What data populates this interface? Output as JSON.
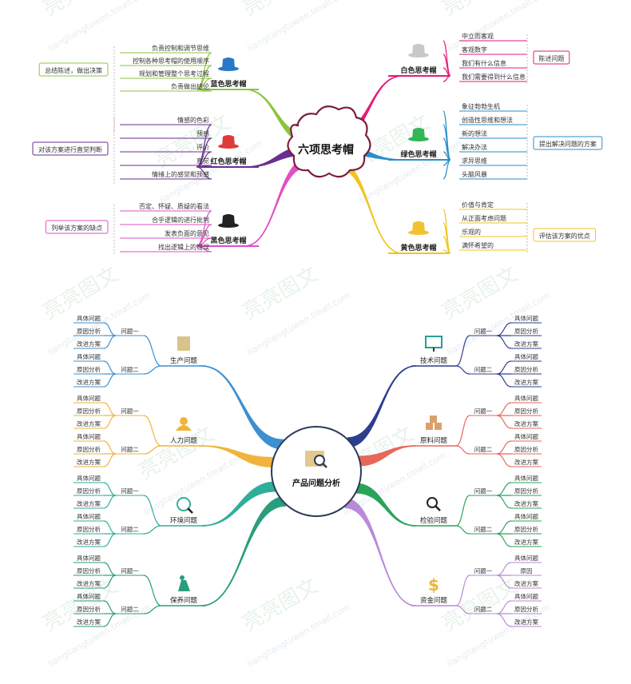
{
  "six_hats": {
    "center": "六项思考帽",
    "hats": [
      {
        "id": "blue",
        "label": "蓝色思考帽",
        "color": "#8cc43f",
        "hat": "#2a79c9",
        "items": [
          "负责控制和调节思维",
          "控制各种思考帽的使用顺序",
          "规划和管理整个思考过程",
          "负责做出结论"
        ],
        "summary": "总结陈述，做出决策",
        "summary_color": "#8cc43f"
      },
      {
        "id": "red",
        "label": "红色思考帽",
        "color": "#6a2e8f",
        "hat": "#e0393a",
        "items": [
          "情感的色彩",
          "预感",
          "评价",
          "直觉",
          "情绪上的感觉和预感"
        ],
        "summary": "对该方案进行直觉判断",
        "summary_color": "#6a2e8f"
      },
      {
        "id": "black",
        "label": "黑色思考帽",
        "color": "#e04fc4",
        "hat": "#222222",
        "items": [
          "否定、怀疑、质疑的看法",
          "合乎逻辑的进行批判",
          "发表负面的意见",
          "找出逻辑上的错误"
        ],
        "summary": "列举该方案的缺点",
        "summary_color": "#e04fc4"
      },
      {
        "id": "white",
        "label": "白色思考帽",
        "color": "#e6197a",
        "hat": "#c8c8c8",
        "items": [
          "中立而客观",
          "客观数字",
          "我们有什么信息",
          "我们需要得到什么信息"
        ],
        "summary": "陈述问题",
        "summary_color": "#e6197a"
      },
      {
        "id": "green",
        "label": "绿色思考帽",
        "color": "#2a8ec9",
        "hat": "#33b558",
        "items": [
          "象征勃勃生机",
          "创造性思维和想法",
          "新的想法",
          "解决办法",
          "求异思维",
          "头脑风暴"
        ],
        "summary": "提出解决问题的方案",
        "summary_color": "#2a8ec9"
      },
      {
        "id": "yellow",
        "label": "黄色思考帽",
        "color": "#f0c41f",
        "hat": "#f2c230",
        "items": [
          "价值与肯定",
          "从正面考虑问题",
          "乐观的",
          "满怀希望的"
        ],
        "summary": "评估该方案的优点",
        "summary_color": "#f0c41f"
      }
    ]
  },
  "product": {
    "center": "产品问题分析",
    "branches": [
      {
        "id": "production",
        "label": "生产问题",
        "color": "#3d8fd1",
        "icon": "box-icon",
        "icon_color": "#d9c38a",
        "groups": [
          {
            "name": "问题一",
            "leaves": [
              "具体问题",
              "原因分析",
              "改进方案"
            ]
          },
          {
            "name": "问题二",
            "leaves": [
              "具体问题",
              "原因分析",
              "改进方案"
            ]
          }
        ]
      },
      {
        "id": "hr",
        "label": "人力问题",
        "color": "#f0b43c",
        "icon": "people-icon",
        "icon_color": "#f0b43c",
        "groups": [
          {
            "name": "问题一",
            "leaves": [
              "具体问题",
              "原因分析",
              "改进方案"
            ]
          },
          {
            "name": "问题二",
            "leaves": [
              "具体问题",
              "原因分析",
              "改进方案"
            ]
          }
        ]
      },
      {
        "id": "environment",
        "label": "环境问题",
        "color": "#2fae9a",
        "icon": "leaf-search-icon",
        "icon_color": "#2fae9a",
        "groups": [
          {
            "name": "问题一",
            "leaves": [
              "具体问题",
              "原因分析",
              "改进方案"
            ]
          },
          {
            "name": "问题二",
            "leaves": [
              "具体问题",
              "原因分析",
              "改进方案"
            ]
          }
        ]
      },
      {
        "id": "maintenance",
        "label": "保养问题",
        "color": "#2a9d7c",
        "icon": "worker-icon",
        "icon_color": "#2a9d7c",
        "groups": [
          {
            "name": "问题一",
            "leaves": [
              "具体问题",
              "原因分析",
              "改进方案"
            ]
          },
          {
            "name": "问题二",
            "leaves": [
              "具体问题",
              "原因分析",
              "改进方案"
            ]
          }
        ]
      },
      {
        "id": "tech",
        "label": "技术问题",
        "color": "#2c3e8c",
        "icon": "monitor-icon",
        "icon_color": "#2a9d9a",
        "groups": [
          {
            "name": "问题一",
            "leaves": [
              "具体问题",
              "原因分析",
              "改进方案"
            ]
          },
          {
            "name": "问题二",
            "leaves": [
              "具体问题",
              "原因分析",
              "改进方案"
            ]
          }
        ]
      },
      {
        "id": "material",
        "label": "原料问题",
        "color": "#e8665a",
        "icon": "boxes-icon",
        "icon_color": "#d9a26b",
        "groups": [
          {
            "name": "问题一",
            "leaves": [
              "具体问题",
              "原因分析",
              "改进方案"
            ]
          },
          {
            "name": "问题二",
            "leaves": [
              "具体问题",
              "原因分析",
              "改进方案"
            ]
          }
        ]
      },
      {
        "id": "inspection",
        "label": "检验问题",
        "color": "#2aa35a",
        "icon": "magnifier-icon",
        "icon_color": "#222222",
        "groups": [
          {
            "name": "问题一",
            "leaves": [
              "具体问题",
              "原因分析",
              "改进方案"
            ]
          },
          {
            "name": "问题二",
            "leaves": [
              "具体问题",
              "原因分析",
              "改进方案"
            ]
          }
        ]
      },
      {
        "id": "finance",
        "label": "资金问题",
        "color": "#b98ad8",
        "icon": "dollar-icon",
        "icon_color": "#f0b43c",
        "groups": [
          {
            "name": "问题一",
            "leaves": [
              "具体问题",
              "原因",
              "改进方案"
            ]
          },
          {
            "name": "问题二",
            "leaves": [
              "具体问题",
              "原因分析",
              "改进方案"
            ]
          }
        ]
      }
    ]
  },
  "watermark": {
    "brand": "亮亮图文",
    "url": "liangliangtuwen.tmall.com"
  }
}
